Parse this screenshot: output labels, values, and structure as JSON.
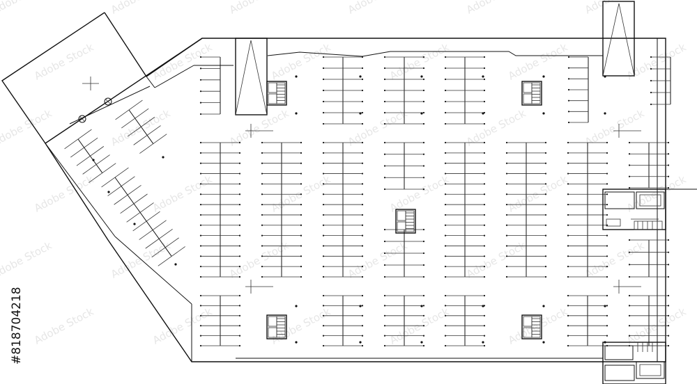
{
  "watermark": {
    "text": "Adobe Stock"
  },
  "stock_id": "#818704218",
  "plan": {
    "type": "parking-garage-floor-plan",
    "stair_cores": [
      "stair-core-top-left",
      "stair-core-top-right",
      "stair-core-center",
      "stair-core-bottom-left",
      "stair-core-bottom-right"
    ],
    "ramps": [
      "ramp-top",
      "ramp-right-top"
    ],
    "service_rooms": [
      "room-right-upper",
      "room-right-lower"
    ]
  }
}
